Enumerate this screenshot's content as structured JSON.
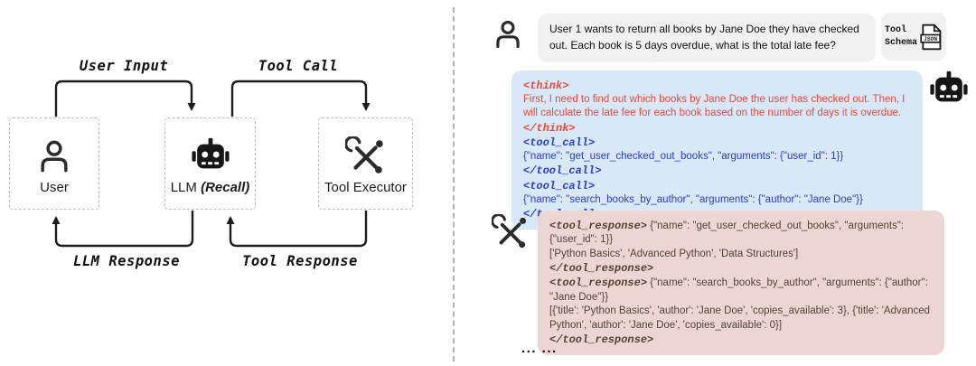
{
  "diagram": {
    "boxes": {
      "user": {
        "label": "User"
      },
      "llm": {
        "label_prefix": "LLM ",
        "label_emph": "(Recall)"
      },
      "tool": {
        "label": "Tool Executor"
      }
    },
    "flows": {
      "user_input": "User Input",
      "tool_call": "Tool Call",
      "llm_response": "LLM Response",
      "tool_response": "Tool Response"
    }
  },
  "conversation": {
    "user_message": "User 1 wants to return all books by Jane Doe they have checked out. Each book is 5 days overdue, what is the total late fee?",
    "tool_schema": {
      "label_line1": "Tool",
      "label_line2": "Schema",
      "file_label": "JSON"
    },
    "assistant": {
      "think_open": "<think>",
      "think_text": "First, I need to find out which books by Jane Doe the user has checked out. Then, I will calculate the late fee for each book based on the number of days it is overdue.",
      "think_close": "</think>",
      "tool_call_open": "<tool_call>",
      "tool_call_close": "</tool_call>",
      "tool_calls": [
        "{\"name\": \"get_user_checked_out_books\", \"arguments\": {\"user_id\": 1}}",
        "{\"name\": \"search_books_by_author\", \"arguments\": {\"author\": \"Jane Doe\"}}"
      ]
    },
    "tool": {
      "open": "<tool_response>",
      "close": "</tool_response>",
      "responses": [
        {
          "call": "{\"name\": \"get_user_checked_out_books\", \"arguments\": {\"user_id\": 1}}",
          "result": "['Python Basics', 'Advanced Python', 'Data Structures']"
        },
        {
          "call": "{\"name\": \"search_books_by_author\", \"arguments\": {\"author\": \"Jane Doe\"}}",
          "result": "[{'title': 'Python Basics', 'author': 'Jane Doe', 'copies_available': 3}, {'title': 'Advanced Python', 'author': 'Jane Doe', 'copies_available': 0}]"
        }
      ]
    },
    "ellipsis": "... ..."
  },
  "colors": {
    "assistant_bubble": "#d9e8f7",
    "tool_bubble": "#ecd5d2",
    "user_bubble": "#f1f1f2",
    "think_text": "#e8483a",
    "tool_call_text": "#2c3ccc",
    "tool_response_text": "#5a3f35"
  }
}
